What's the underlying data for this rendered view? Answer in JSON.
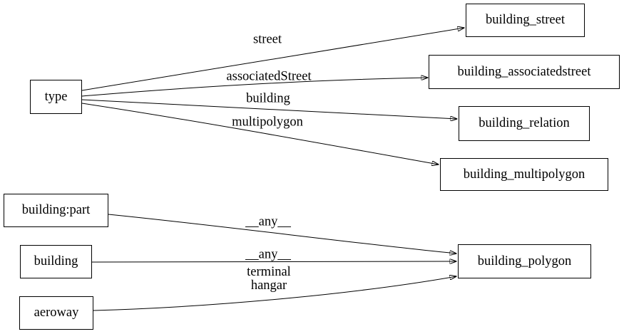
{
  "diagram": {
    "background_color": "#ffffff",
    "stroke_color": "#000000",
    "nodes": {
      "type": {
        "label": "type"
      },
      "building_part": {
        "label": "building:part"
      },
      "building": {
        "label": "building"
      },
      "aeroway": {
        "label": "aeroway"
      },
      "building_street": {
        "label": "building_street"
      },
      "building_associatedstreet": {
        "label": "building_associatedstreet"
      },
      "building_relation": {
        "label": "building_relation"
      },
      "building_multipolygon": {
        "label": "building_multipolygon"
      },
      "building_polygon": {
        "label": "building_polygon"
      }
    },
    "edges": [
      {
        "from": "type",
        "to": "building_street",
        "label": "street"
      },
      {
        "from": "type",
        "to": "building_associatedstreet",
        "label": "associatedStreet"
      },
      {
        "from": "type",
        "to": "building_relation",
        "label": "building"
      },
      {
        "from": "type",
        "to": "building_multipolygon",
        "label": "multipolygon"
      },
      {
        "from": "building_part",
        "to": "building_polygon",
        "label": "__any__"
      },
      {
        "from": "building",
        "to": "building_polygon",
        "label": "__any__"
      },
      {
        "from": "aeroway",
        "to": "building_polygon",
        "label": "terminal\nhangar"
      }
    ]
  }
}
